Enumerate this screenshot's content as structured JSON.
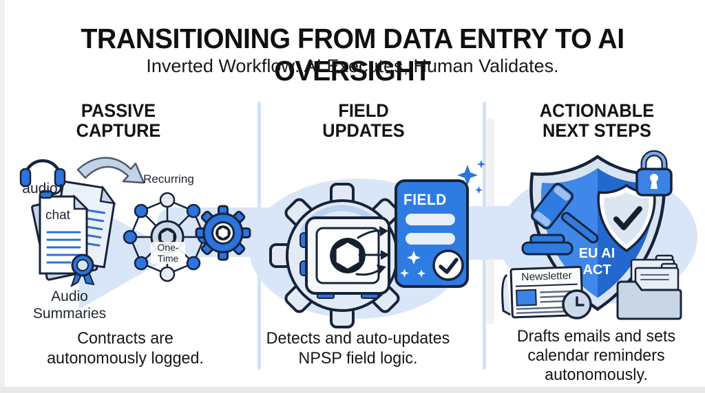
{
  "title": "TRANSITIONING FROM DATA ENTRY TO AI OVERSIGHT",
  "subtitle": "Inverted Workflow: AI Executes, Human Validates.",
  "colors": {
    "accent_blue": "#2b74dd",
    "card_blue": "#2e7ce2",
    "shield_blue_light": "#3f87e8",
    "shield_blue_dark": "#2368cf",
    "flow_band": "#d9e6f7",
    "divider_blue": "#cfe2f6",
    "outline_navy": "#16233a",
    "steel": "#c9d7e8"
  },
  "columns": [
    {
      "header_line1": "PASSIVE",
      "header_line2": "CAPTURE",
      "labels": {
        "audio": "audio",
        "chat": "chat",
        "recurring": "Recurring",
        "one_time": "One-Time",
        "audio_summaries": "Audio Summaries"
      },
      "caption_line1": "Contracts are",
      "caption_line2": "autonomously logged."
    },
    {
      "header_line1": "FIELD",
      "header_line2": "UPDATES",
      "labels": {
        "card_title": "FIELD"
      },
      "caption_line1": "Detects and auto-updates",
      "caption_line2": "NPSP field logic."
    },
    {
      "header_line1": "ACTIONABLE",
      "header_line2": "NEXT STEPS",
      "labels": {
        "shield_line1": "EU AI",
        "shield_line2": "ACT",
        "newsletter": "Newsletter"
      },
      "caption_line1": "Drafts emails and sets",
      "caption_line2": "calendar reminders",
      "caption_line3": "autonomously."
    }
  ]
}
